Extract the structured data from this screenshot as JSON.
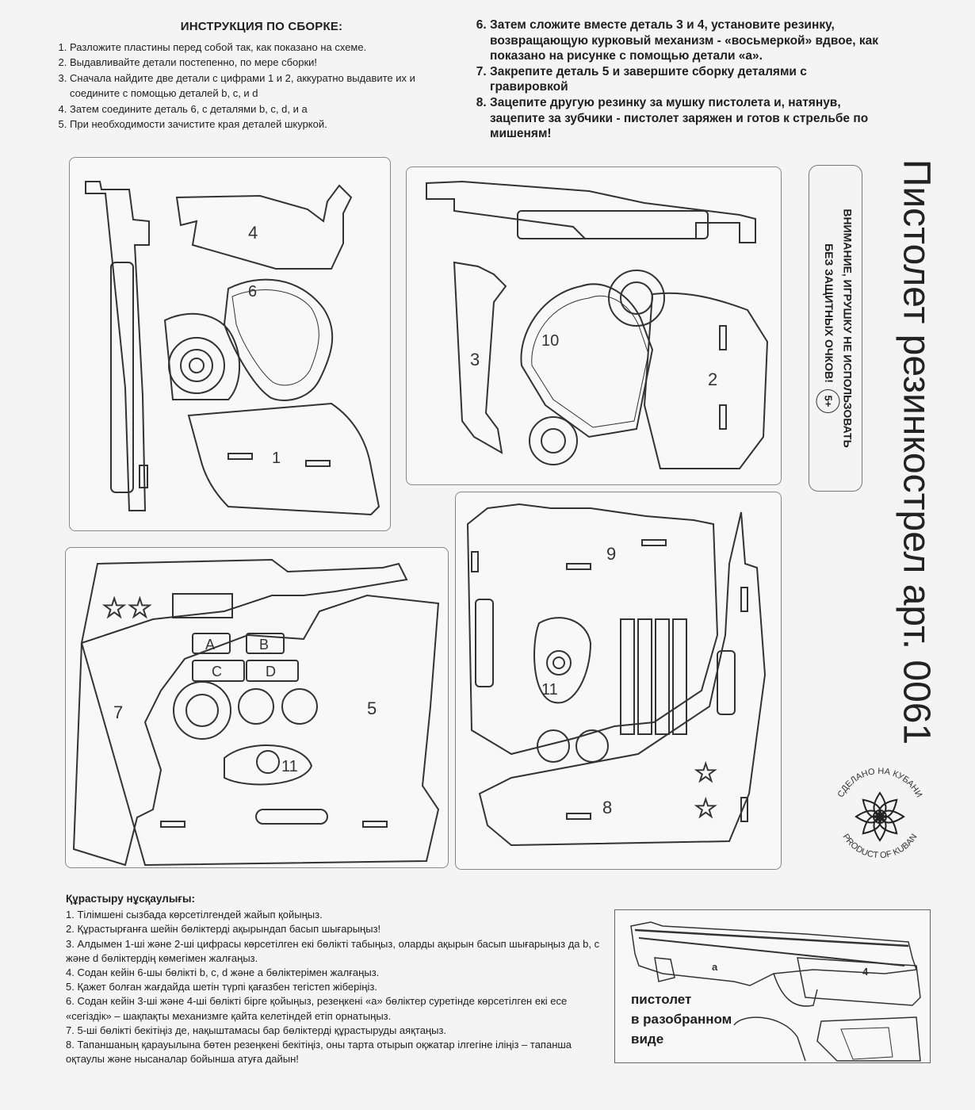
{
  "ru_instructions": {
    "title": "ИНСТРУКЦИЯ ПО СБОРКЕ:",
    "items": [
      "Разложите пластины перед собой так, как показано на схеме.",
      "Выдавливайте детали постепенно, по мере сборки!",
      "Сначала найдите две детали с цифрами 1 и 2, аккуратно выдавите их и соедините с помощью деталей b, c, и d",
      "Затем соедините деталь 6, с деталями b, c, d,  и a",
      "При необходимости зачистите края деталей шкуркой."
    ]
  },
  "ru_steps": [
    "Затем сложите вместе деталь 3 и 4, установите резинку, возвращающую курковый механизм - «восьмеркой» вдвое, как показано на рисунке с помощью детали «а».",
    "Закрепите деталь 5 и завершите сборку деталями с гравировкой",
    "Зацепите другую резинку за мушку пистолета и, натянув, зацепите за зубчики - пистолет заряжен и готов к стрельбе по мишеням!"
  ],
  "vertical_title": "Пистолет резинкострел арт. 0061",
  "warning": {
    "line1": "ВНИМАНИЕ, ИГРУШКУ НЕ ИСПОЛЬЗОВАТЬ",
    "line2": "БЕЗ ЗАЩИТНЫХ ОЧКОВ!",
    "age": "5+"
  },
  "seal": {
    "top": "СДЕЛАНО НА КУБАНИ",
    "bottom": "PRODUCT OF KUBAN"
  },
  "kz_instructions": {
    "title": "Құрастыру нұсқаулығы:",
    "items": [
      "1. Тілімшені сызбада көрсетілгендей жайып қойыңыз.",
      "2. Құрастырғанға шейін бөліктерді ақырындап басып шығарыңыз!",
      "3. Алдымен 1-ші және 2-ші цифрасы көрсетілген екі бөлікті табыңыз, оларды ақырын басып шығарыңыз да b, c және d бөліктердің көмегімен жалғаңыз.",
      "4. Содан кейін 6-шы бөлікті b, c, d және a бөліктерімен жалғаңыз.",
      "5. Қажет болған жағдайда шетін түрпі қағазбен тегістеп жіберіңіз.",
      "6. Содан кейін 3-ші және 4-ші бөлікті бірге қойыңыз, резеңкені «а» бөліктер суретінде көрсетілген екі есе «сегіздік» – шақпақты механизмге қайта келетіндей етіп орнатыңыз.",
      "7. 5-ші бөлікті бекітіңіз де, нақыштамасы бар бөліктерді құрастыруды аяқтаңыз.",
      "8. Тапаншаның қарауылына бөтен резеңкені бекітіңіз, оны тарта отырып оқжатар ілгегіне іліңіз – тапанша оқтаулы және нысаналар бойынша атуға дайын!"
    ]
  },
  "panels": {
    "p1": {
      "labels": [
        "4",
        "6",
        "1"
      ]
    },
    "p2": {
      "labels": [
        "3",
        "10",
        "2"
      ]
    },
    "p3": {
      "labels": [
        "A",
        "B",
        "C",
        "D",
        "7",
        "5",
        "11"
      ]
    },
    "p4": {
      "labels": [
        "9",
        "11",
        "8"
      ]
    }
  },
  "assembly": {
    "label": "пистолет\nв разобранном\nвиде",
    "part_a": "a",
    "part_4": "4"
  }
}
